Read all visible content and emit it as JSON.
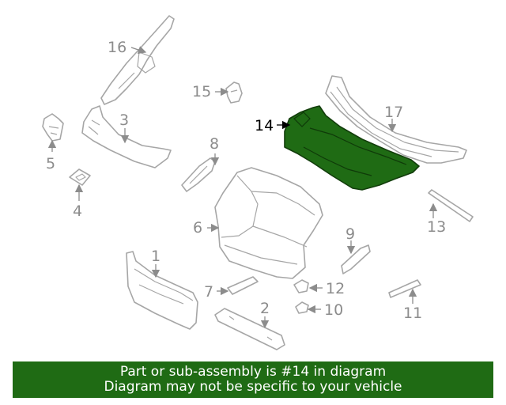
{
  "diagram": {
    "highlighted_part": "14",
    "callouts": {
      "p1": "1",
      "p2": "2",
      "p3": "3",
      "p4": "4",
      "p5": "5",
      "p6": "6",
      "p7": "7",
      "p8": "8",
      "p9": "9",
      "p10": "10",
      "p11": "11",
      "p12": "12",
      "p13": "13",
      "p14": "14",
      "p15": "15",
      "p16": "16",
      "p17": "17"
    },
    "colors": {
      "highlight": "#1f6b14",
      "part_outline": "#a6a6a6",
      "callout_text": "#8c8c8c"
    }
  },
  "banner": {
    "line1": "Part or sub-assembly is #14 in diagram",
    "line2": "Diagram may not be specific to your vehicle"
  }
}
